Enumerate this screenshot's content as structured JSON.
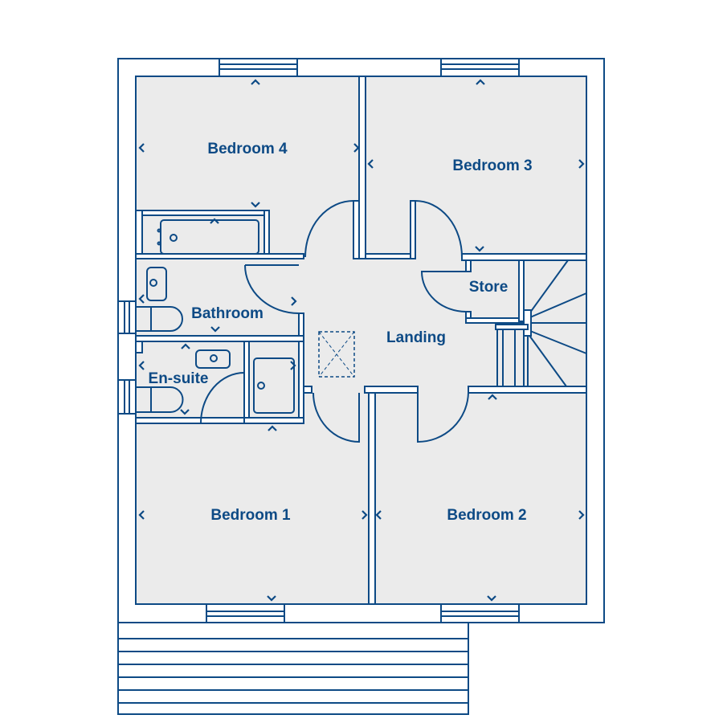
{
  "plan": {
    "colors": {
      "line": "#0d4a85",
      "floor": "#ebebeb",
      "wall": "#ffffff"
    },
    "rooms": {
      "bedroom4": "Bedroom 4",
      "bedroom3": "Bedroom 3",
      "bathroom": "Bathroom",
      "landing": "Landing",
      "store": "Store",
      "ensuite": "En-suite",
      "bedroom1": "Bedroom 1",
      "bedroom2": "Bedroom 2"
    }
  }
}
